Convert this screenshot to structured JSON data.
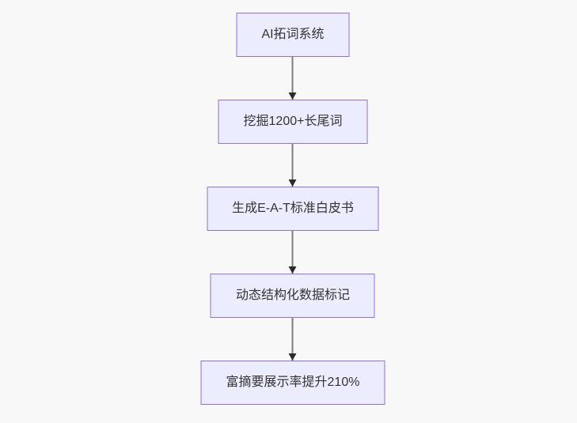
{
  "diagram": {
    "type": "flowchart-top-down",
    "nodes": [
      {
        "id": "n1",
        "label": "AI拓词系统"
      },
      {
        "id": "n2",
        "label": "挖掘1200+长尾词"
      },
      {
        "id": "n3",
        "label": "生成E-A-T标准白皮书"
      },
      {
        "id": "n4",
        "label": "动态结构化数据标记"
      },
      {
        "id": "n5",
        "label": "富摘要展示率提升210%"
      }
    ],
    "edges": [
      {
        "from": "n1",
        "to": "n2",
        "style": "arrow-down"
      },
      {
        "from": "n2",
        "to": "n3",
        "style": "arrow-down"
      },
      {
        "from": "n3",
        "to": "n4",
        "style": "arrow-down"
      },
      {
        "from": "n4",
        "to": "n5",
        "style": "arrow-down"
      }
    ],
    "colors": {
      "node_fill": "#ECECFF",
      "node_border": "#9370DB",
      "edge_line": "#7d7d7d",
      "arrowhead": "#2b2b2b",
      "text": "#333333",
      "background": "#f8f8f8"
    }
  }
}
